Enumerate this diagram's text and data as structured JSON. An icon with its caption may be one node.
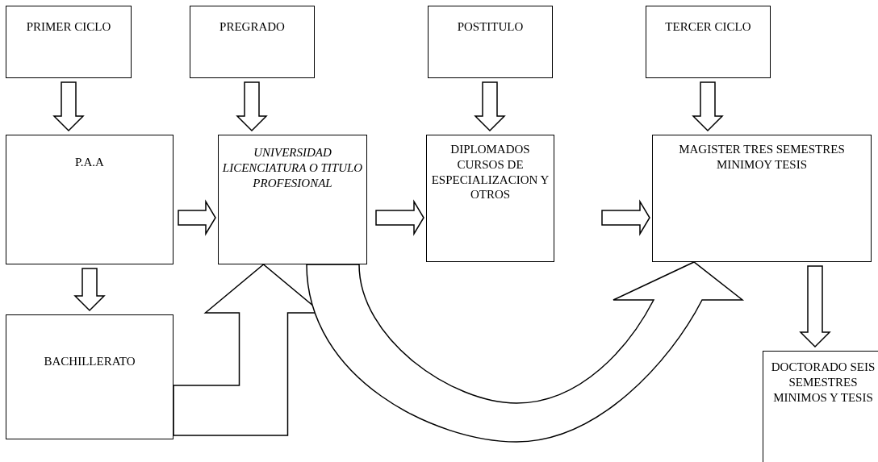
{
  "diagram": {
    "nodes": [
      {
        "text": [
          "PRIMER CICLO"
        ]
      },
      {
        "text": [
          "PREGRADO"
        ]
      },
      {
        "text": [
          "POSTITULO"
        ]
      },
      {
        "text": [
          "TERCER CICLO"
        ]
      },
      {
        "text": [
          "P.A.A"
        ]
      },
      {
        "text": [
          "UNIVERSIDAD LICENCIATURA O TITULO PROFESIONAL"
        ]
      },
      {
        "text": [
          "DIPLOMADOS CURSOS DE ESPECIALIZACION Y OTROS"
        ]
      },
      {
        "text": [
          "MAGISTER TRES SEMESTRES MINIMOY TESIS"
        ]
      },
      {
        "text": [
          "BACHILLERATO"
        ]
      },
      {
        "text": [
          "DOCTORADO SEIS SEMESTRES MINIMOS Y TESIS"
        ]
      }
    ],
    "edges": [
      {
        "from": 0,
        "to": 4,
        "arrow": "to"
      },
      {
        "from": 1,
        "to": 5,
        "arrow": "to"
      },
      {
        "from": 2,
        "to": 6,
        "arrow": "to"
      },
      {
        "from": 3,
        "to": 7,
        "arrow": "to"
      },
      {
        "from": 4,
        "to": 5,
        "arrow": "to"
      },
      {
        "from": 5,
        "to": 6,
        "arrow": "to"
      },
      {
        "from": 6,
        "to": 7,
        "arrow": "to"
      },
      {
        "from": 4,
        "to": 8,
        "arrow": "to"
      },
      {
        "from": 8,
        "to": 5,
        "arrow": "to"
      },
      {
        "from": 5,
        "to": 7,
        "arrow": "to"
      },
      {
        "from": 7,
        "to": 9,
        "arrow": "to"
      }
    ]
  }
}
